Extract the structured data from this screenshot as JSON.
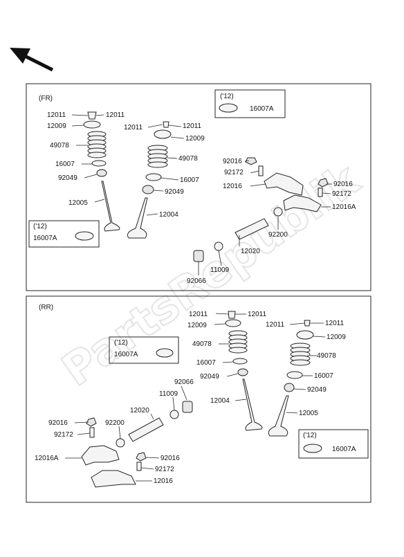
{
  "watermark": "PartsRepublik",
  "sections": {
    "fr": {
      "label": "(FR)"
    },
    "rr": {
      "label": "(RR)"
    }
  },
  "note_year": "('12)",
  "part_numbers": {
    "p12011": "12011",
    "p12009": "12009",
    "p49078": "49078",
    "p16007": "16007",
    "p92049": "92049",
    "p12005": "12005",
    "p12004": "12004",
    "p16007A": "16007A",
    "p92016": "92016",
    "p92172": "92172",
    "p12016": "12016",
    "p12016A": "12016A",
    "p92200": "92200",
    "p12020": "12020",
    "p11009": "11009",
    "p92066": "92066"
  },
  "icons": {
    "direction": "direction-arrow-icon"
  }
}
